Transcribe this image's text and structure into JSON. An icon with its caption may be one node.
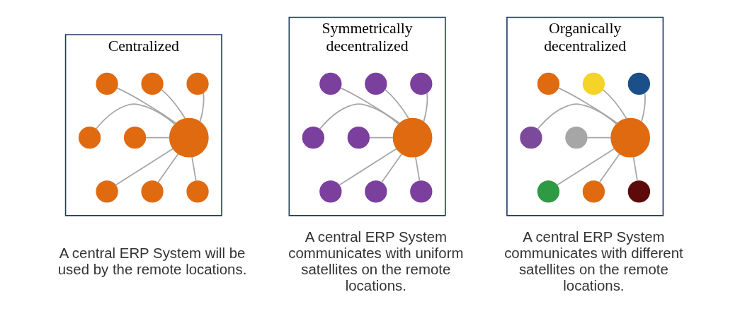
{
  "diagram": {
    "nodes": [
      {
        "text": [
          "Centralized"
        ],
        "beside": [
          "A central ERP System will be used by the remote locations."
        ]
      },
      {
        "text": [],
        "shape": "circle",
        "in": 0
      },
      {
        "text": [],
        "shape": "circle",
        "in": 0
      },
      {
        "text": [],
        "shape": "circle",
        "in": 0
      },
      {
        "text": [],
        "shape": "circle",
        "in": 0
      },
      {
        "text": [],
        "shape": "circle",
        "in": 0
      },
      {
        "text": [],
        "shape": "circle",
        "in": 0
      },
      {
        "text": [],
        "shape": "circle",
        "in": 0
      },
      {
        "text": [],
        "shape": "circle",
        "in": 0
      },
      {
        "text": [],
        "shape": "circle",
        "in": 0
      },
      {
        "text": [
          "Symmetrically decentralized"
        ],
        "beside": [
          "A central ERP System communicates with uniform satellites on the remote locations."
        ]
      },
      {
        "text": [],
        "shape": "circle",
        "in": 10
      },
      {
        "text": [],
        "shape": "circle",
        "in": 10
      },
      {
        "text": [],
        "shape": "circle",
        "in": 10
      },
      {
        "text": [],
        "shape": "circle",
        "in": 10
      },
      {
        "text": [],
        "shape": "circle",
        "in": 10
      },
      {
        "text": [],
        "shape": "circle",
        "in": 10
      },
      {
        "text": [],
        "shape": "circle",
        "in": 10
      },
      {
        "text": [],
        "shape": "circle",
        "in": 10
      },
      {
        "text": [],
        "shape": "circle",
        "in": 10
      },
      {
        "text": [
          "Organically decentralized"
        ],
        "beside": [
          "A central ERP System communicates with different satellites on the remote locations."
        ]
      },
      {
        "text": [],
        "shape": "circle",
        "in": 20
      },
      {
        "text": [],
        "shape": "circle",
        "in": 20
      },
      {
        "text": [],
        "shape": "circle",
        "in": 20
      },
      {
        "text": [],
        "shape": "circle",
        "in": 20
      },
      {
        "text": [],
        "shape": "circle",
        "in": 20
      },
      {
        "text": [],
        "shape": "circle",
        "in": 20
      },
      {
        "text": [],
        "shape": "circle",
        "in": 20
      },
      {
        "text": [],
        "shape": "circle",
        "in": 20
      },
      {
        "text": [],
        "shape": "circle",
        "in": 20
      }
    ],
    "edges": [
      {
        "from": 1,
        "to": 2,
        "arrow": "none"
      },
      {
        "from": 1,
        "to": 3,
        "arrow": "none"
      },
      {
        "from": 1,
        "to": 4,
        "arrow": "none"
      },
      {
        "from": 1,
        "to": 5,
        "arrow": "none"
      },
      {
        "from": 1,
        "to": 6,
        "arrow": "none"
      },
      {
        "from": 1,
        "to": 7,
        "arrow": "none"
      },
      {
        "from": 1,
        "to": 8,
        "arrow": "none"
      },
      {
        "from": 1,
        "to": 9,
        "arrow": "none"
      },
      {
        "from": 11,
        "to": 12,
        "arrow": "none"
      },
      {
        "from": 11,
        "to": 13,
        "arrow": "none"
      },
      {
        "from": 11,
        "to": 14,
        "arrow": "none"
      },
      {
        "from": 11,
        "to": 15,
        "arrow": "none"
      },
      {
        "from": 11,
        "to": 16,
        "arrow": "none"
      },
      {
        "from": 11,
        "to": 17,
        "arrow": "none"
      },
      {
        "from": 11,
        "to": 18,
        "arrow": "none"
      },
      {
        "from": 11,
        "to": 19,
        "arrow": "none"
      },
      {
        "from": 21,
        "to": 22,
        "arrow": "none"
      },
      {
        "from": 21,
        "to": 23,
        "arrow": "none"
      },
      {
        "from": 21,
        "to": 24,
        "arrow": "none"
      },
      {
        "from": 21,
        "to": 25,
        "arrow": "none"
      },
      {
        "from": 21,
        "to": 26,
        "arrow": "none"
      },
      {
        "from": 21,
        "to": 27,
        "arrow": "none"
      },
      {
        "from": 21,
        "to": 28,
        "arrow": "none"
      },
      {
        "from": 21,
        "to": 29,
        "arrow": "none"
      }
    ]
  }
}
